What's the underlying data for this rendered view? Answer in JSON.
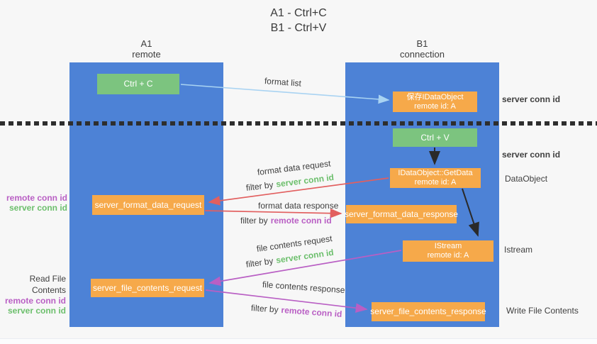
{
  "title": {
    "line1": "A1 - Ctrl+C",
    "line2": "B1 - Ctrl+V"
  },
  "lanes": {
    "a1": {
      "name": "A1",
      "type": "remote"
    },
    "b1": {
      "name": "B1",
      "type": "connection"
    }
  },
  "nodes": {
    "ctrl_c": {
      "label": "Ctrl + C"
    },
    "save_dataobject": {
      "line1": "保存IDataObject",
      "line2": "remote id: A"
    },
    "ctrl_v": {
      "label": "Ctrl + V"
    },
    "getdata": {
      "line1": "IDataObject::GetData",
      "line2": "remote id: A"
    },
    "format_request": {
      "label": "server_format_data_request"
    },
    "format_response": {
      "label": "server_format_data_response"
    },
    "istream": {
      "line1": "IStream",
      "line2": "remote id: A"
    },
    "file_request": {
      "label": "server_file_contents_request"
    },
    "file_response": {
      "label": "server_file_contents_response"
    }
  },
  "edge_labels": {
    "format_list": "format list",
    "format_data_request": "format data request",
    "format_data_response": "format data response",
    "file_contents_request": "file contents request",
    "file_contents_response": "file contents response",
    "filter_by": "filter by",
    "server_conn_id": "server conn id",
    "remote_conn_id": "remote conn id"
  },
  "right_annotations": [
    {
      "text": "server conn id"
    },
    {
      "text": "server conn id"
    },
    {
      "text": "DataObject"
    },
    {
      "text": "Istream"
    },
    {
      "text": "Write File Contents"
    }
  ],
  "left_annotations": {
    "format": {
      "line1": "remote conn id",
      "line2": "server conn id"
    },
    "file": {
      "title": "Read File Contents",
      "line1": "remote conn id",
      "line2": "server conn id"
    }
  },
  "colors": {
    "lane_blue": "#4d82d6",
    "node_orange": "#f6a94a",
    "node_green": "#7cc47f",
    "green_text": "#6cbf6c",
    "purple_text": "#b95fc4",
    "red_arrow": "#e25f5f",
    "purple_arrow": "#b95fc4",
    "light_blue_arrow": "#a9d3f2",
    "black_arrow": "#2a2a2a"
  }
}
